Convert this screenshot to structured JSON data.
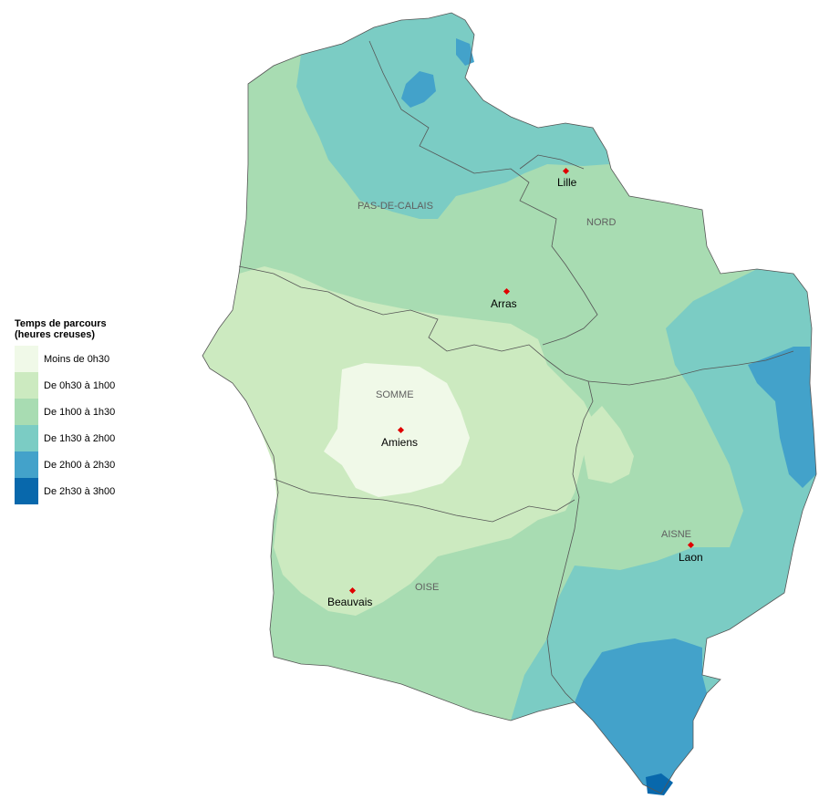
{
  "legend": {
    "title_line1": "Temps de parcours",
    "title_line2": "(heures creuses)",
    "classes": [
      {
        "label": "Moins de 0h30",
        "color": "#f0f9e8"
      },
      {
        "label": "De 0h30 à 1h00",
        "color": "#cceac0"
      },
      {
        "label": "De 1h00 à 1h30",
        "color": "#a8dcb2"
      },
      {
        "label": "De 1h30 à 2h00",
        "color": "#7bccc4"
      },
      {
        "label": "De 2h00 à 2h30",
        "color": "#43a2ca"
      },
      {
        "label": "De 2h30 à 3h00",
        "color": "#0868ac"
      }
    ]
  },
  "departments": [
    {
      "name": "PAS-DE-CALAIS"
    },
    {
      "name": "NORD"
    },
    {
      "name": "SOMME"
    },
    {
      "name": "AISNE"
    },
    {
      "name": "OISE"
    }
  ],
  "cities": [
    {
      "name": "Lille"
    },
    {
      "name": "Arras"
    },
    {
      "name": "Amiens"
    },
    {
      "name": "Laon"
    },
    {
      "name": "Beauvais"
    }
  ],
  "colors": {
    "boundary": "#555555",
    "city_marker": "#e00000"
  }
}
